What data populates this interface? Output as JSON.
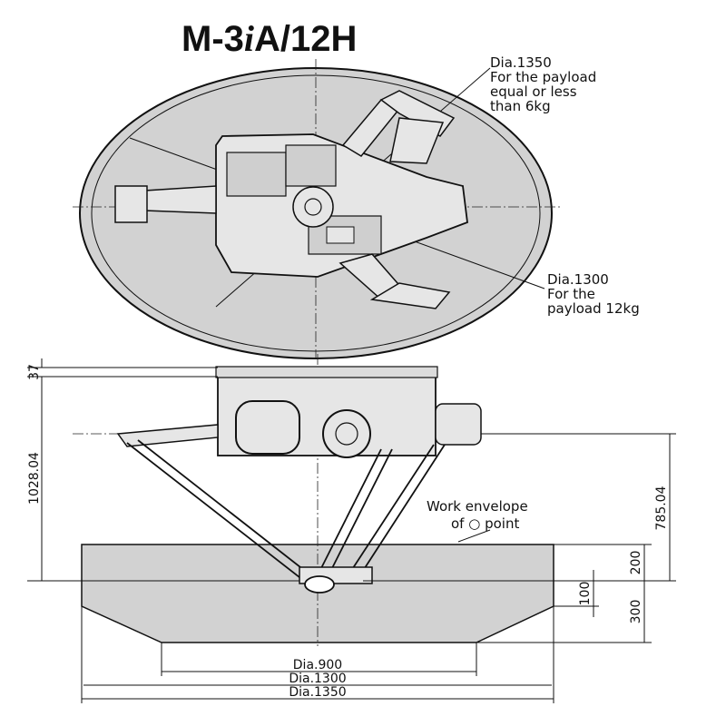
{
  "title": {
    "prefix": "M-3",
    "italic": "i",
    "suffix": "A/12H"
  },
  "top_view": {
    "callout_6kg": [
      "Dia.1350",
      "For the payload",
      "equal or less",
      "than 6kg"
    ],
    "callout_12kg": [
      "Dia.1300",
      "For the",
      "payload 12kg"
    ]
  },
  "side_view": {
    "dim_top": "37",
    "dim_height": "1028.04",
    "dim_right": "785.04",
    "dim_200": "200",
    "dim_300": "300",
    "dim_100": "100",
    "work_envelope": [
      "Work envelope",
      "of ○ point"
    ],
    "dia_900": "Dia.900",
    "dia_1300": "Dia.1300",
    "dia_1350": "Dia.1350"
  },
  "colors": {
    "envelope_fill": "#d2d2d2",
    "stroke": "#111111"
  }
}
